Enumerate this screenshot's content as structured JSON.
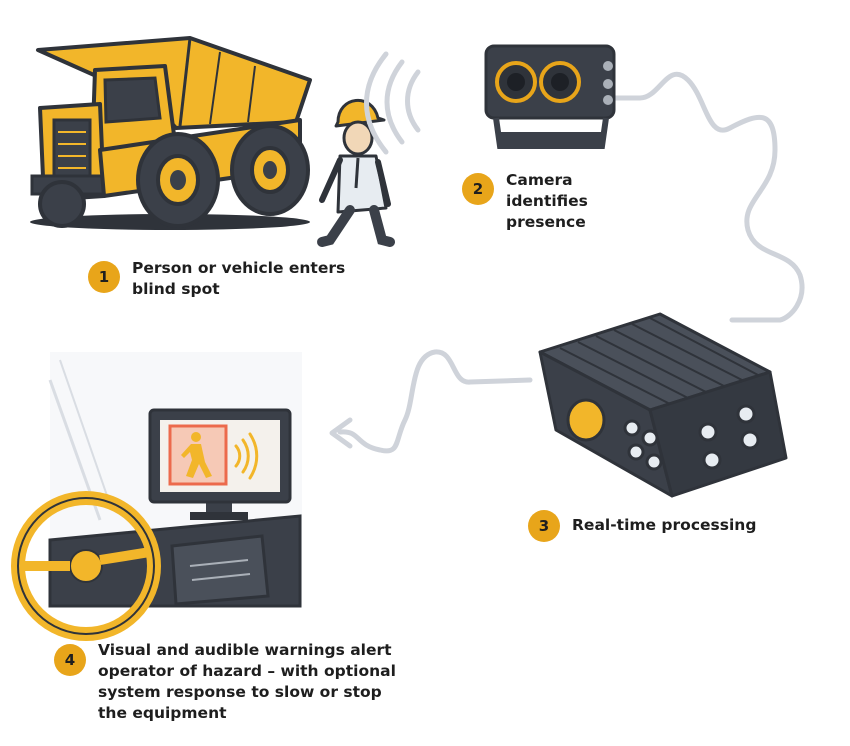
{
  "colors": {
    "accent": "#e8a51a",
    "dark": "#3b4049",
    "yellow": "#f2b62a",
    "line": "#cfd3da",
    "alert": "#ec6a4c"
  },
  "steps": [
    {
      "number": "1",
      "text": "Person or vehicle enters blind spot"
    },
    {
      "number": "2",
      "text": "Camera identifies presence"
    },
    {
      "number": "3",
      "text": "Real-time processing"
    },
    {
      "number": "4",
      "text": "Visual and audible warnings alert operator of hazard – with optional system response to slow or stop the equipment"
    }
  ],
  "icons": [
    "dump-truck-icon",
    "worker-icon",
    "camera-icon",
    "processing-unit-icon",
    "monitor-icon",
    "pedestrian-icon",
    "steering-wheel-icon"
  ]
}
